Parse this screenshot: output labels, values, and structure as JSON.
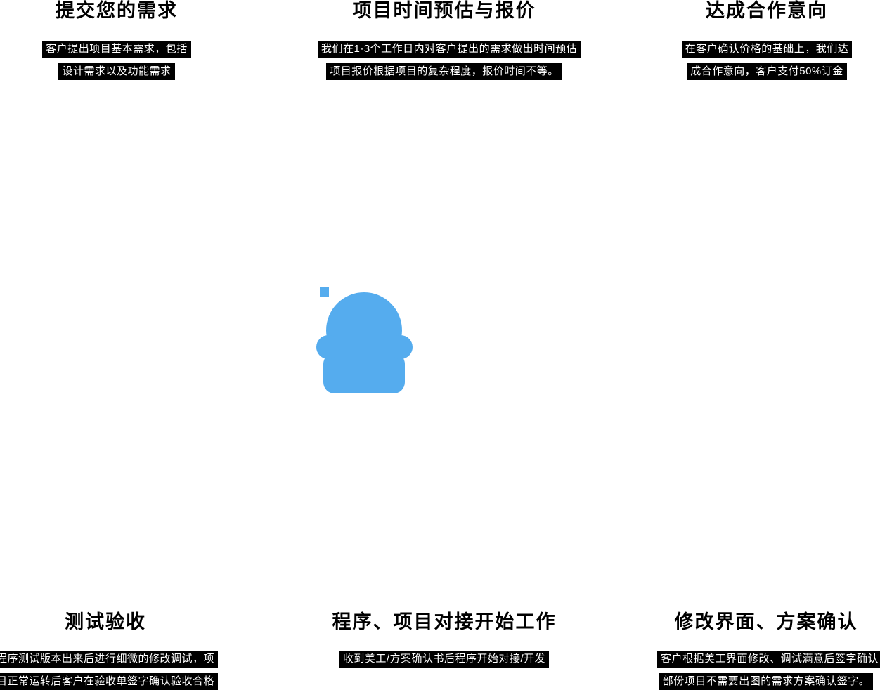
{
  "page": {
    "background": "#ffffff",
    "accent_color": "#55ACEE"
  },
  "center_icon": {
    "name": "customer-service-icon",
    "color": "#55ACEE"
  },
  "steps": {
    "top_left": {
      "title": "提交您的需求",
      "lines": [
        "客户提出项目基本需求，包括",
        "设计需求以及功能需求"
      ]
    },
    "top_center": {
      "title": "项目时间预估与报价",
      "lines": [
        "我们在1-3个工作日内对客户提出的需求做出时间预估",
        "项目报价根据项目的复杂程度，报价时间不等。"
      ]
    },
    "top_right": {
      "title": "达成合作意向",
      "lines": [
        "在客户确认价格的基础上，我们达",
        "成合作意向，客户支付50%订金"
      ]
    },
    "bottom_left": {
      "title": "测试验收",
      "lines": [
        "程序测试版本出来后进行细微的修改调试，项",
        "目正常运转后客户在验收单签字确认验收合格"
      ]
    },
    "bottom_center": {
      "title": "程序、项目对接开始工作",
      "lines": [
        "收到美工/方案确认书后程序开始对接/开发"
      ]
    },
    "bottom_right": {
      "title": "修改界面、方案确认",
      "lines": [
        "客户根据美工界面修改、调试满意后签字确认",
        "部份项目不需要出图的需求方案确认签字。"
      ]
    }
  }
}
